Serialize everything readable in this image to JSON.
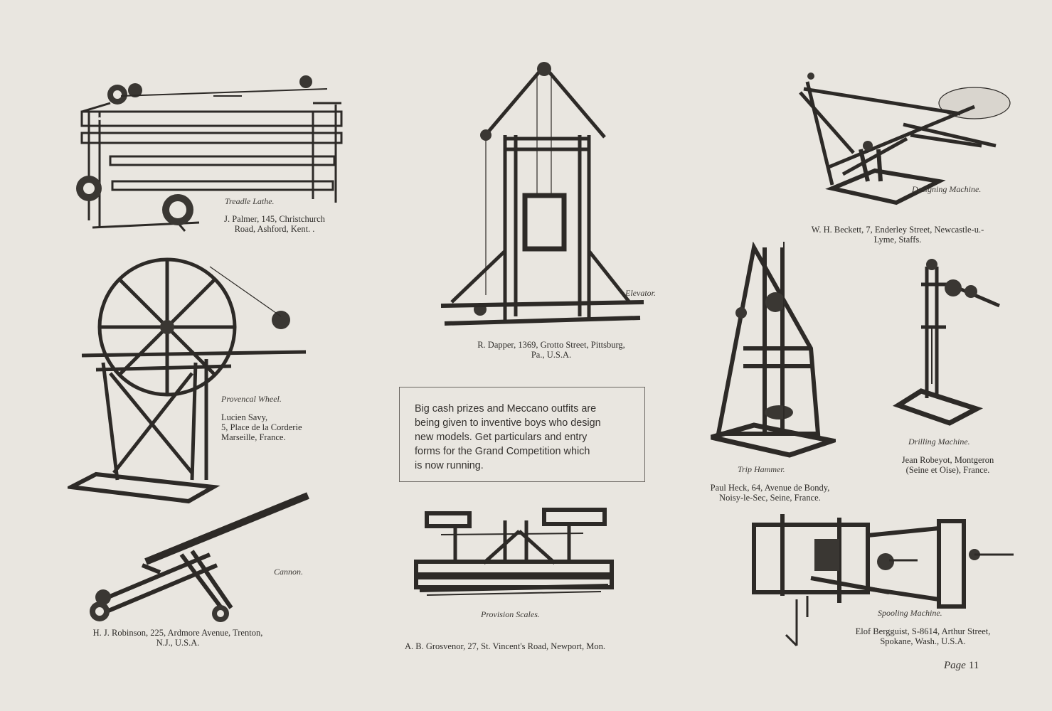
{
  "models": [
    {
      "title": "Treadle Lathe.",
      "credit": [
        "J. Palmer, 145, Christchurch",
        "Road, Ashford, Kent. ."
      ],
      "icon": "treadle-lathe-illustration"
    },
    {
      "title": "Elevator.",
      "credit": [
        "R. Dapper, 1369, Grotto Street, Pittsburg,",
        "Pa., U.S.A."
      ],
      "icon": "elevator-illustration"
    },
    {
      "title": "Designing Machine.",
      "credit": [
        "W. H. Beckett, 7, Enderley Street, Newcastle-u.-",
        "Lyme, Staffs."
      ],
      "icon": "designing-machine-illustration"
    },
    {
      "title": "Provencal Wheel.",
      "credit": [
        "Lucien Savy,",
        "5, Place de la Corderie",
        "Marseille, France."
      ],
      "icon": "provencal-wheel-illustration"
    },
    {
      "title": "Trip Hammer.",
      "credit": [
        "Paul Heck, 64, Avenue de Bondy,",
        "Noisy-le-Sec, Seine, France."
      ],
      "icon": "trip-hammer-illustration"
    },
    {
      "title": "Drilling Machine.",
      "credit": [
        "Jean Robeyot, Montgeron",
        "(Seine et Oise), France."
      ],
      "icon": "drilling-machine-illustration"
    },
    {
      "title": "Cannon.",
      "credit": [
        "H. J. Robinson, 225, Ardmore Avenue, Trenton,",
        "N.J., U.S.A."
      ],
      "icon": "cannon-illustration"
    },
    {
      "title": "Provision Scales.",
      "credit": [
        "A. B. Grosvenor, 27, St. Vincent's Road, Newport, Mon."
      ],
      "icon": "provision-scales-illustration"
    },
    {
      "title": "Spooling Machine.",
      "credit": [
        "Elof Bergguist, S-8614, Arthur Street,",
        "Spokane, Wash., U.S.A."
      ],
      "icon": "spooling-machine-illustration"
    }
  ],
  "notice": {
    "lines": [
      "Big cash prizes and Meccano outfits are",
      "being given to inventive boys who design",
      "new models.  Get particulars and entry",
      "forms for the Grand Competition which",
      "is now running."
    ]
  },
  "page": {
    "label": "Page",
    "number": "11"
  },
  "colors": {
    "paper": "#e9e6e0",
    "ink": "#2d2a27"
  }
}
